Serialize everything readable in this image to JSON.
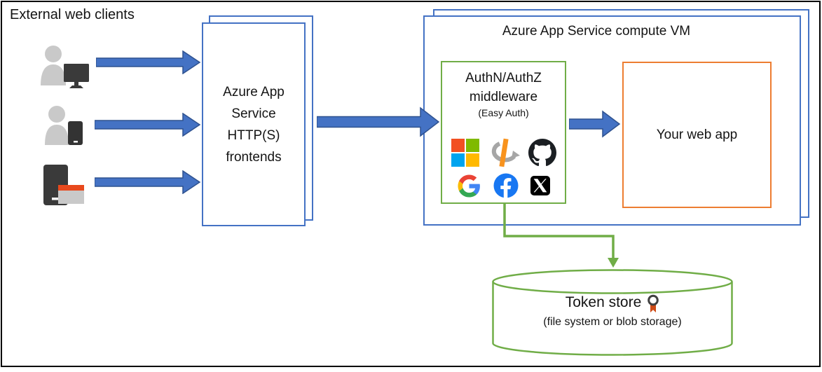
{
  "external": {
    "title": "External web clients",
    "client_types": [
      "desktop user",
      "mobile user",
      "device with browser window"
    ]
  },
  "frontends": {
    "label": "Azure App\nService\nHTTP(S)\nfrontends"
  },
  "compute_vm": {
    "title": "Azure App Service compute VM"
  },
  "middleware": {
    "line1": "AuthN/AuthZ",
    "line2": "middleware",
    "line3": "(Easy Auth)",
    "providers": [
      "Microsoft",
      "OpenID Connect",
      "GitHub",
      "Google",
      "Facebook",
      "X (Twitter)"
    ]
  },
  "web_app": {
    "label": "Your web app"
  },
  "token_store": {
    "title": "Token store",
    "subtitle": "(file system or blob storage)",
    "badge_icon": "certificate-badge"
  },
  "colors": {
    "arrow_blue": "#4472C4",
    "arrow_blue_outline": "#2F528F",
    "box_blue": "#4472C4",
    "box_green": "#70AD47",
    "box_orange": "#ED7D31",
    "icon_gray": "#C9C9C9",
    "icon_dark": "#3A3A3A",
    "icon_red_orange": "#E8491D"
  }
}
